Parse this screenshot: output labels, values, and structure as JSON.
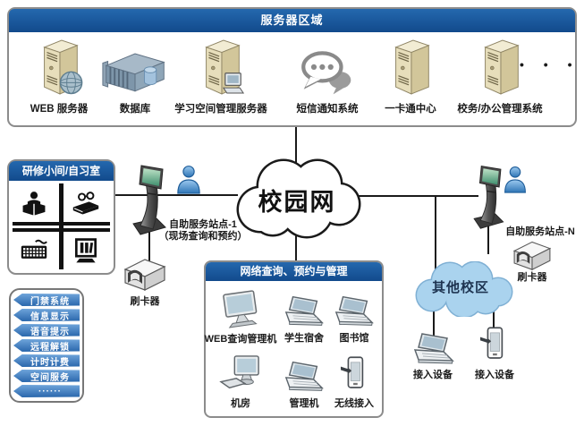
{
  "colors": {
    "header_blue": "#15569c",
    "tag_blue": "#2a67ac",
    "other_campus_cloud_fill": "#aad3ee",
    "line_black": "#1a1a1a"
  },
  "server_area": {
    "title": "服务器区域",
    "more": "•  •  •",
    "items": [
      {
        "label": "WEB 服务器",
        "icon": "tower-server-globe"
      },
      {
        "label": "数据库",
        "icon": "rack-server"
      },
      {
        "label": "学习空间管理服务器",
        "icon": "tower-server-pc"
      },
      {
        "label": "短信通知系统",
        "icon": "chat-bubbles"
      },
      {
        "label": "一卡通中心",
        "icon": "tower-server"
      },
      {
        "label": "校务/办公管理系统",
        "icon": "tower-server"
      }
    ]
  },
  "study_room": {
    "title": "研修小间/自习室"
  },
  "campus_network": {
    "label": "校园网"
  },
  "left_station": {
    "name": "自助服务站点-1",
    "desc": "（现场查询和预约）",
    "reader": "刷卡器"
  },
  "right_station": {
    "name": "自助服务站点-N",
    "reader": "刷卡器"
  },
  "network_box": {
    "title": "网络查询、预约与管理",
    "items": [
      {
        "label": "WEB查询管理机",
        "icon": "monitor"
      },
      {
        "label": "学生宿舍",
        "icon": "laptop"
      },
      {
        "label": "图书馆",
        "icon": "laptop"
      },
      {
        "label": "机房",
        "icon": "desktop-computer"
      },
      {
        "label": "管理机",
        "icon": "laptop"
      },
      {
        "label": "无线接入",
        "icon": "handheld-device"
      }
    ]
  },
  "features": {
    "items": [
      "门禁系统",
      "信息显示",
      "语音提示",
      "远程解锁",
      "计时计费",
      "空间服务",
      "······"
    ]
  },
  "other_campus": {
    "label": "其他校区",
    "devices": [
      {
        "label": "接入设备",
        "icon": "laptop"
      },
      {
        "label": "接入设备",
        "icon": "handheld-device"
      }
    ]
  }
}
